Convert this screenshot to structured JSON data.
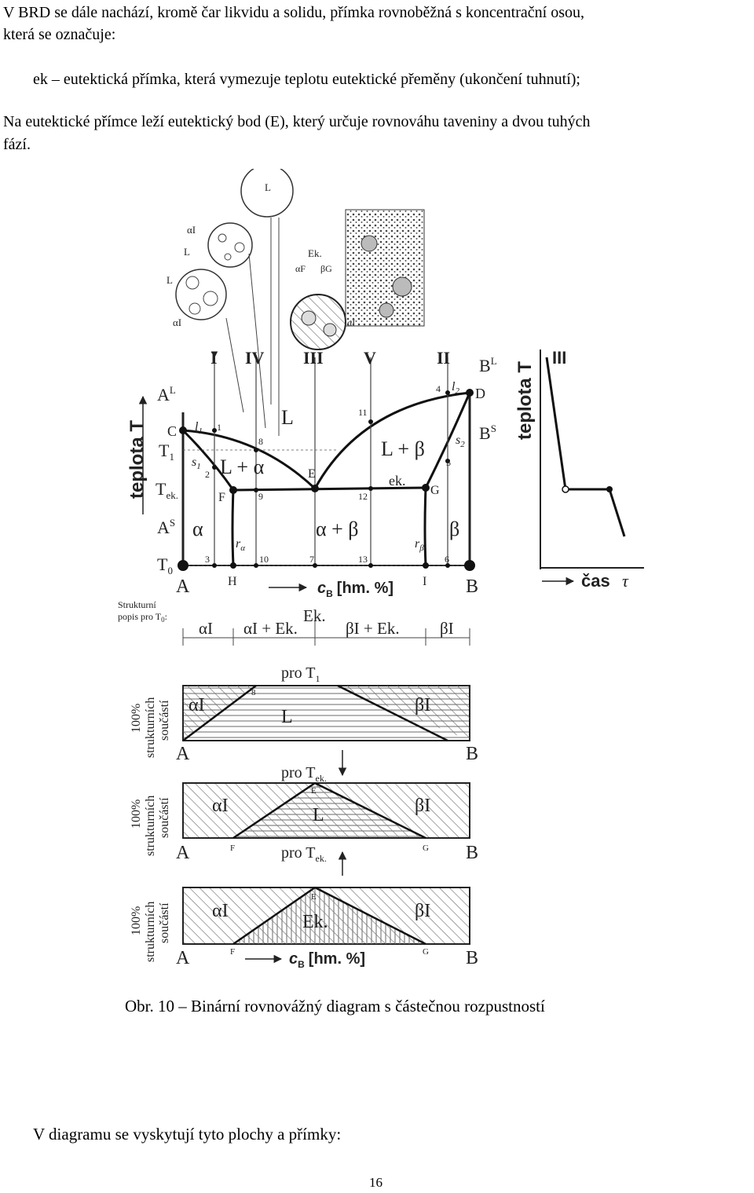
{
  "text": {
    "intro_line1": "V BRD se dále nachází, kromě čar likvidu a solidu, přímka rovnoběžná s koncentrační osou,",
    "intro_line2": "která se označuje:",
    "definition": "ek – eutektická přímka, která vymezuje teplotu eutektické přeměny (ukončení tuhnutí);",
    "para_line1": "Na eutektické přímce leží eutektický bod (E), který určuje rovnováhu taveniny a dvou tuhých",
    "para_line2": "fází.",
    "caption": "Obr. 10 – Binární rovnovážný diagram s částečnou rozpustností",
    "closing": "V diagramu se vyskytují tyto plochy a přímky:",
    "page_number": "16"
  },
  "figure": {
    "micro": {
      "L": "L",
      "alpha_I": "αI",
      "Ek": "Ek.",
      "alpha_F_ek": "αF",
      "beta_G_ek": "βG",
      "alpha_I_right": "αI"
    },
    "columns": [
      "I",
      "IV",
      "III",
      "V",
      "II"
    ],
    "axis_T": "teplota T",
    "left_labels": {
      "AL": "A",
      "AL_sup": "L",
      "C": "C",
      "T1": "T",
      "T1_sub": "1",
      "Tek": "T",
      "Tek_sub": "ek.",
      "AS": "A",
      "AS_sup": "S",
      "T0": "T",
      "T0_sub": "0"
    },
    "right_labels": {
      "BL": "B",
      "BL_sup": "L",
      "D": "D",
      "BS": "B",
      "BS_sup": "S"
    },
    "regions": {
      "L": "L",
      "L_alpha": "L + α",
      "L_beta": "L + β",
      "alpha": "α",
      "alpha_beta": "α + β",
      "beta": "β",
      "ek": "ek."
    },
    "points": {
      "l1": "l",
      "l1_sub": "1",
      "s1": "s",
      "s1_sub": "1",
      "l2": "l",
      "l2_sub": "2",
      "s2": "s",
      "s2_sub": "2",
      "E": "E",
      "F": "F",
      "G": "G",
      "H": "H",
      "I": "I",
      "r_alpha": "r",
      "r_alpha_sub": "α",
      "r_beta": "r",
      "r_beta_sub": "β"
    },
    "numbers": [
      "1",
      "2",
      "3",
      "4",
      "5",
      "6",
      "7",
      "8",
      "9",
      "10",
      "11",
      "12",
      "13"
    ],
    "bottom": {
      "A": "A",
      "B": "B",
      "cB": "c",
      "cB_sub": "B",
      "cB_unit": "[hm. %]"
    },
    "struct": {
      "title1": "Strukturní",
      "title2": "popis pro T",
      "title2_sub": "0",
      "title2_colon": ":",
      "a": "αI",
      "aek": "αI + Ek.",
      "ek": "Ek.",
      "bek": "βI + Ek.",
      "b": "βI"
    },
    "cooling": {
      "axis": "teplota T",
      "column": "III",
      "time": "čas",
      "tau": "τ"
    },
    "panels": {
      "side1": "100%",
      "side2": "strukturních",
      "side3": "součástí",
      "p1_title": "pro T",
      "p1_title_sub": "1",
      "p2_title": "pro T",
      "p2_title_sub": "ek.",
      "p3_title": "pro T",
      "p3_title_sub": "ek.",
      "alpha": "αI",
      "beta": "βI",
      "L": "L",
      "Ek": "Ek.",
      "E": "E",
      "F": "F",
      "G": "G",
      "eight": "8",
      "A": "A",
      "B": "B"
    }
  }
}
